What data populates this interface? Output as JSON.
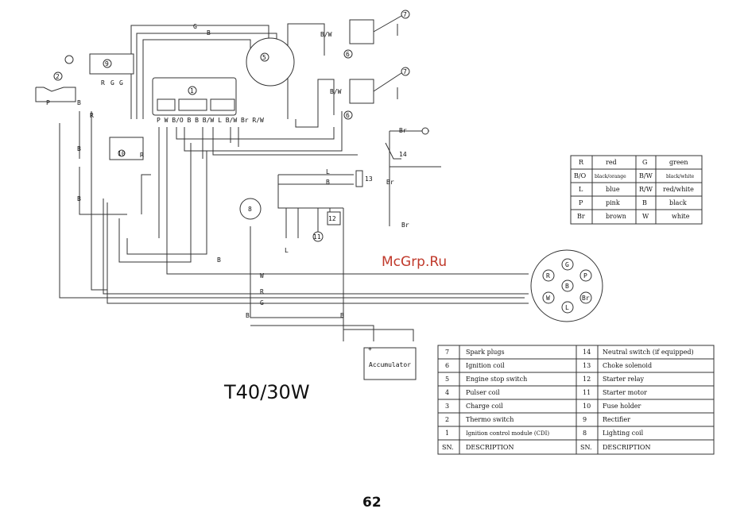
{
  "title": "T40/30W",
  "page_number": "62",
  "watermark": "McGrp.Ru",
  "accumulator_label": "Accumulator",
  "battery_sign": "+",
  "wire_labels": {
    "top_g": "G",
    "top_b": "B",
    "bw1": "B/W",
    "bw2": "B/W",
    "r1": "R",
    "g1": "G",
    "g2": "G",
    "p_left": "P",
    "b_left": "B",
    "r_left": "R",
    "b_mid": "B",
    "b_low": "B",
    "r_mid": "R",
    "b_bottom": "B",
    "l_wire": "L",
    "b_wire": "B",
    "br1": "Br",
    "br2": "Br",
    "br3": "Br",
    "l_low": "L",
    "w_long": "W",
    "r_long": "R",
    "g_long": "G",
    "b_acc1": "B",
    "b_acc2": "B"
  },
  "cdi_terminals": "P W B/O B B B/W L B/W Br R/W",
  "connector_pins": [
    "G",
    "R",
    "B",
    "P",
    "W",
    "L",
    "Br"
  ],
  "color_legend": [
    [
      "R",
      "red",
      "G",
      "green"
    ],
    [
      "B/O",
      "black/orange",
      "B/W",
      "black/white"
    ],
    [
      "L",
      "blue",
      "R/W",
      "red/white"
    ],
    [
      "P",
      "pink",
      "B",
      "black"
    ],
    [
      "Br",
      "brown",
      "W",
      "white"
    ]
  ],
  "parts_table": [
    [
      "7",
      "Spark plugs",
      "14",
      "Neutral switch (if equipped)"
    ],
    [
      "6",
      "Ignition coil",
      "13",
      "Choke solenoid"
    ],
    [
      "5",
      "Engine stop switch",
      "12",
      "Starter relay"
    ],
    [
      "4",
      "Pulser coil",
      "11",
      "Starter motor"
    ],
    [
      "3",
      "Charge coil",
      "10",
      "Fuse holder"
    ],
    [
      "2",
      "Thermo switch",
      "9",
      "Rectifier"
    ],
    [
      "1",
      "Ignition control module (CDI)",
      "8",
      "Lighting coil"
    ],
    [
      "SN.",
      "DESCRIPTION",
      "SN.",
      "DESCRIPTION"
    ]
  ],
  "component_numbers": {
    "n1": "1",
    "n2": "2",
    "n5": "5",
    "n6a": "6",
    "n6b": "6",
    "n7a": "7",
    "n7b": "7",
    "n8": "8",
    "n9": "9",
    "n10": "10",
    "n11": "11",
    "n12": "12",
    "n13": "13",
    "n14": "14"
  }
}
